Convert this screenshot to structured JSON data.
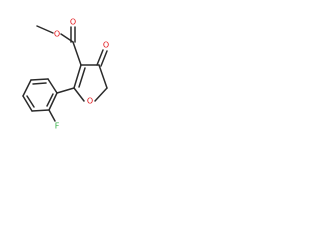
{
  "molecule": {
    "atoms": [
      {
        "id": "O_carbonyl_ester",
        "label": "O",
        "color": "#e3161b"
      },
      {
        "id": "O_methoxy",
        "label": "O",
        "color": "#e3161b"
      },
      {
        "id": "O_ketone",
        "label": "O",
        "color": "#e3161b"
      },
      {
        "id": "O_ring",
        "label": "O",
        "color": "#e3161b"
      },
      {
        "id": "F",
        "label": "F",
        "color": "#38b24a"
      }
    ]
  }
}
